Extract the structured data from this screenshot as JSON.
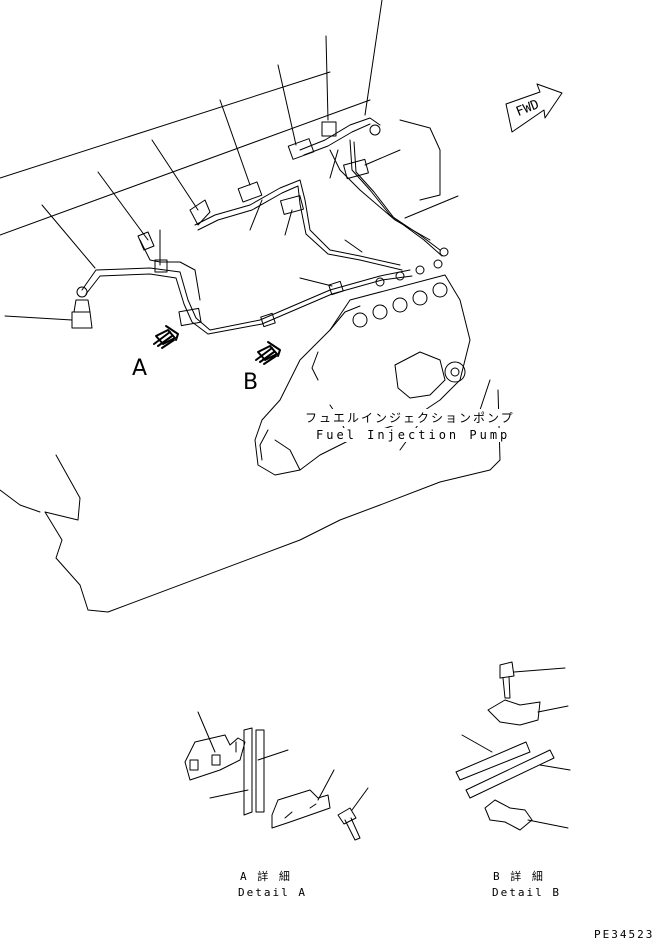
{
  "view_labels": {
    "a": "A",
    "b": "B"
  },
  "fwd_label": "FWD",
  "pump": {
    "jp": "フュエルインジェクションポンプ",
    "en": "Fuel Injection Pump"
  },
  "detail_a": {
    "jp": "A 詳 細",
    "en": "Detail A"
  },
  "detail_b": {
    "jp": "B 詳 細",
    "en": "Detail B"
  },
  "drawing_no": "PE34523"
}
